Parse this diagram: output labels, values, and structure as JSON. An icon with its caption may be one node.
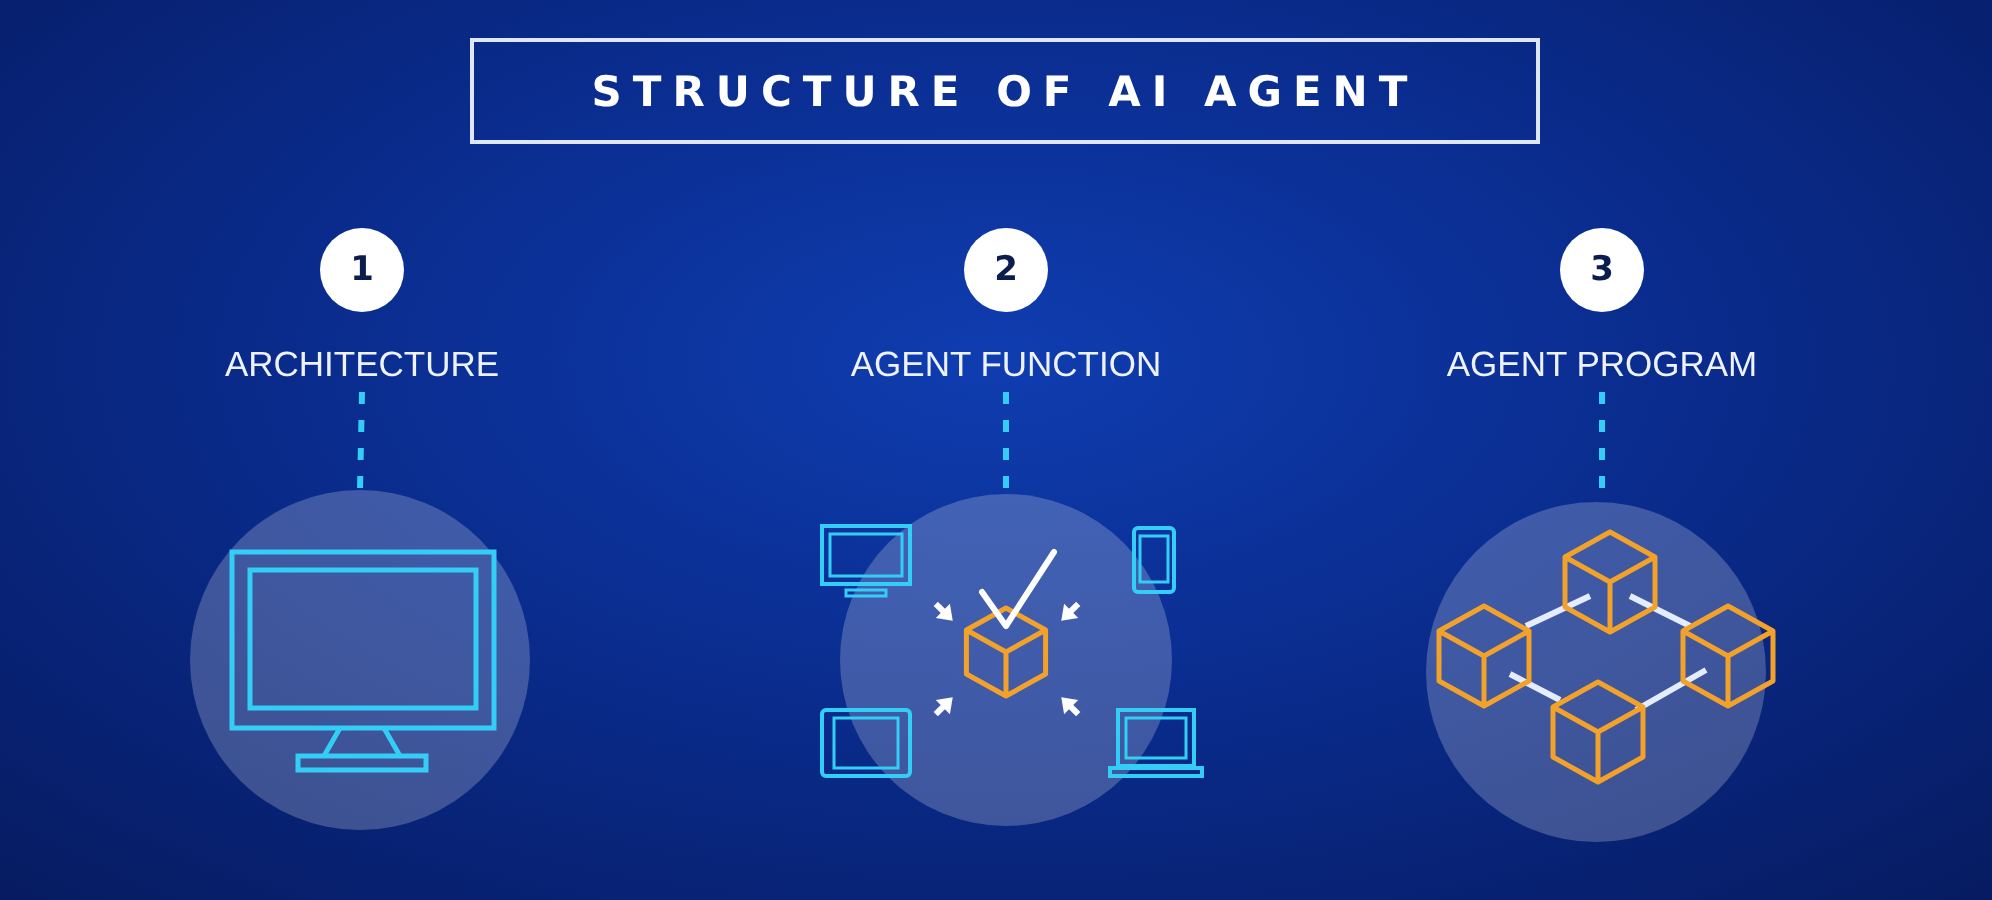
{
  "diagram": {
    "title": "STRUCTURE OF AI AGENT",
    "nodes": [
      {
        "text": [
          "1"
        ]
      },
      {
        "text": [
          "ARCHITECTURE"
        ]
      },
      {
        "text": [],
        "shape": "picture"
      },
      {
        "text": [
          "2"
        ]
      },
      {
        "text": [
          "AGENT FUNCTION"
        ]
      },
      {
        "text": [],
        "shape": "picture"
      },
      {
        "text": [
          "3"
        ]
      },
      {
        "text": [
          "AGENT PROGRAM"
        ]
      },
      {
        "text": [],
        "shape": "picture"
      }
    ],
    "edges": [
      {
        "from": 1,
        "to": 2,
        "arrow": "none",
        "style": "dashed"
      },
      {
        "from": 4,
        "to": 5,
        "arrow": "none",
        "style": "dashed"
      },
      {
        "from": 7,
        "to": 8,
        "arrow": "none",
        "style": "dashed"
      }
    ]
  }
}
